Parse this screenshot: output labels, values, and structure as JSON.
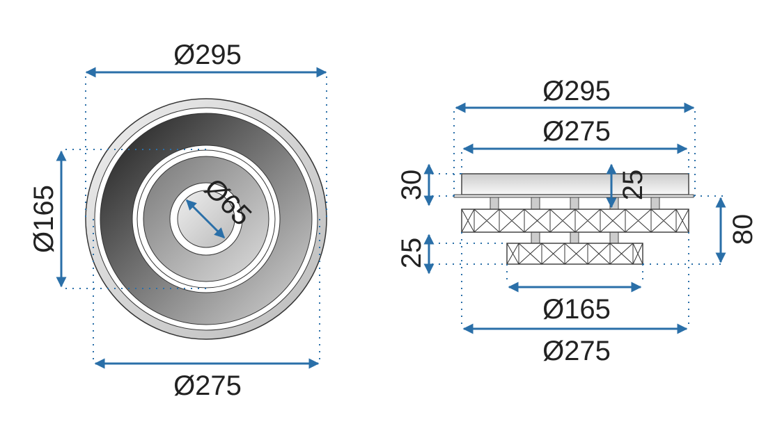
{
  "top_view": {
    "outer_diameter": "Ø295",
    "base_diameter": "Ø275",
    "inner_ring_diameter": "Ø165",
    "center_diameter": "Ø65"
  },
  "side_view": {
    "outer_diameter": "Ø295",
    "upper_diameter": "Ø275",
    "lower_ring_diameter": "Ø165",
    "bottom_diameter": "Ø275",
    "canopy_height": "30",
    "gap_height": "25",
    "lower_ring_height": "25",
    "total_height": "80"
  },
  "colors": {
    "dimension": "#2a6fa8",
    "text": "#222222"
  }
}
